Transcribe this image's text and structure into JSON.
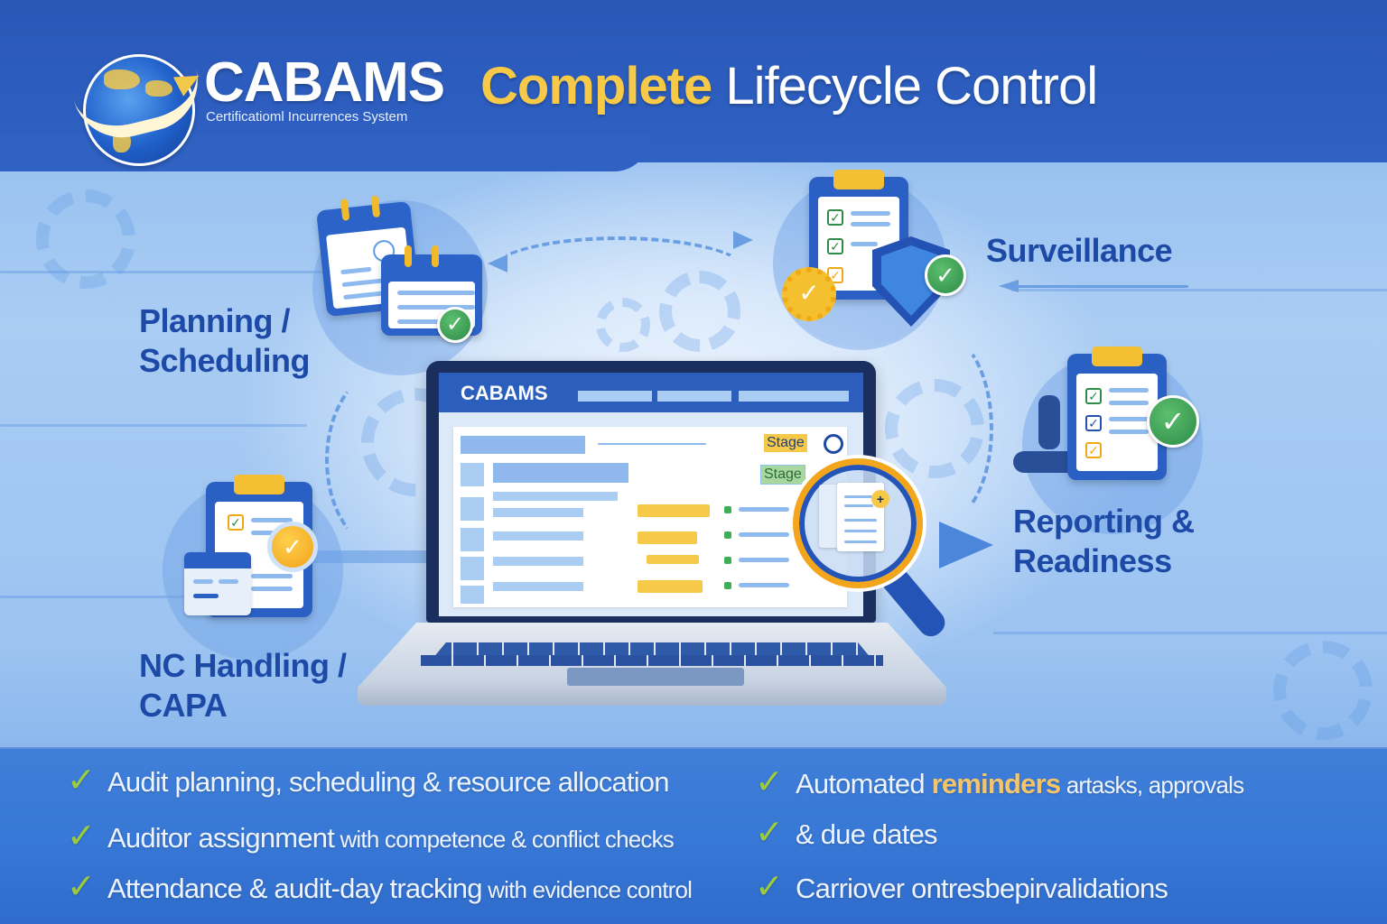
{
  "header": {
    "brand": {
      "name": "CABAMS",
      "subtitle": "Certificatioml Incurrences System",
      "logo_icon": "globe-swoosh-icon"
    },
    "title": {
      "accent": "Complete",
      "rest": " Lifecycle Control",
      "accent_color": "#f7c948"
    }
  },
  "stages": [
    {
      "id": "planning",
      "label_line1": "Planning /",
      "label_line2": "Scheduling",
      "icon": "calendar-check-icon"
    },
    {
      "id": "surveillance",
      "label_line1": "Surveillance",
      "label_line2": "",
      "icon": "clipboard-shield-icon"
    },
    {
      "id": "reporting",
      "label_line1": "Reporting &",
      "label_line2": "Readiness",
      "icon": "clipboard-checklist-icon"
    },
    {
      "id": "nc",
      "label_line1": "NC Handling /",
      "label_line2": "CAPA",
      "icon": "clipboard-document-icon"
    }
  ],
  "laptop": {
    "app_title": "CABAMS",
    "stage_tags": [
      {
        "label": "Stage",
        "color": "#f7c948"
      },
      {
        "label": "Stage",
        "color": "#a8d8a0"
      }
    ],
    "rows": 4,
    "magnifier_icon": "magnifier-document-icon"
  },
  "features": {
    "left": [
      {
        "main": "Audit planning, scheduling & resource allocation",
        "tail": ""
      },
      {
        "main": "Auditor assignment",
        "tail": " with competence & conflict checks"
      },
      {
        "main": "Attendance & audit-day tracking",
        "tail": " with evidence control"
      }
    ],
    "right": [
      {
        "main": "Automated ",
        "highlight": "reminders",
        "tail": " artasks, approvals"
      },
      {
        "main": "& due dates",
        "highlight": "",
        "tail": ""
      },
      {
        "main": "Carriover ontresbepirvalidations",
        "highlight": "",
        "tail": ""
      }
    ],
    "check_glyph": "✓",
    "check_color": "#9ccc3c"
  },
  "colors": {
    "header_bg": "#2957b8",
    "label_blue": "#1d4aa6",
    "footer_bg": "#3878d6"
  }
}
